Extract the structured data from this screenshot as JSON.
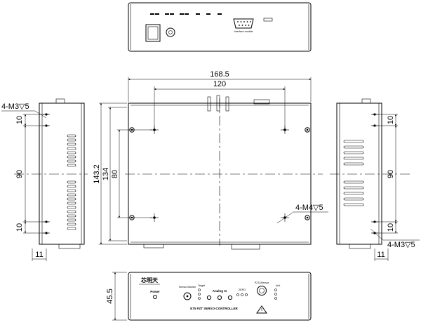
{
  "dimensions": {
    "width_overall": "168.5",
    "hole_spacing_x": "120",
    "height_overall": "143.2",
    "height_inner": "134",
    "hole_spacing_y": "80",
    "side_height": "90",
    "side_top_offset": "10",
    "side_bottom_offset": "10",
    "side_depth": "11",
    "front_height": "45.5"
  },
  "callouts": {
    "left_holes": "4-M3▽5",
    "center_holes": "4-M4▽5",
    "right_holes": "4-M3▽5"
  },
  "front_panel": {
    "brand": "芯明天",
    "power_label": "Power",
    "sensor_label": "Sensor Monitor",
    "target_label": "Target",
    "analog_label": "Analog In",
    "zero_label": "ZERO",
    "pzt_sensor_label": "PZT&Sensor",
    "unit_label": "Unit",
    "model_label": "E70 PZT SERVO-CONTROLLER"
  },
  "top_panel": {
    "connector_label": "Interface module"
  }
}
